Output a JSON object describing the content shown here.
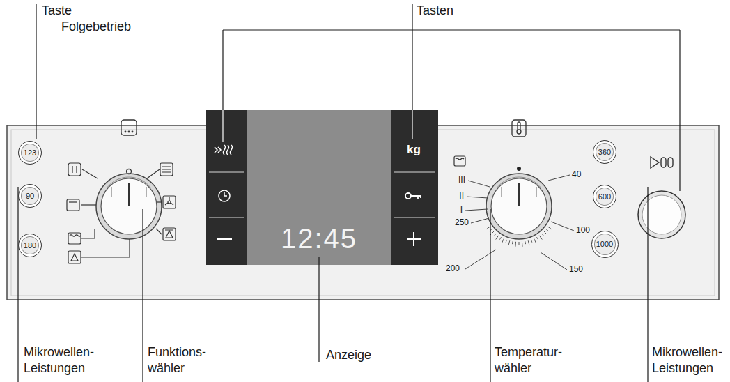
{
  "diagram": {
    "nodes": [
      {
        "text": [
          "123"
        ]
      },
      {
        "text": [
          "90"
        ]
      },
      {
        "text": [
          "180"
        ]
      },
      {
        "text": [
          "360"
        ]
      },
      {
        "text": [
          "600"
        ]
      },
      {
        "text": [
          "1000"
        ]
      }
    ],
    "labels": [
      "Taste Folgebetrieb",
      "Tasten",
      "kg",
      "12:45",
      "III",
      "II",
      "I",
      "250",
      "200",
      "40",
      "100",
      "150",
      "Mikrowellen- Leistungen",
      "Funktions- wähler",
      "Anzeige",
      "Temperatur- wähler",
      "Mikrowellen- Leistungen"
    ]
  }
}
